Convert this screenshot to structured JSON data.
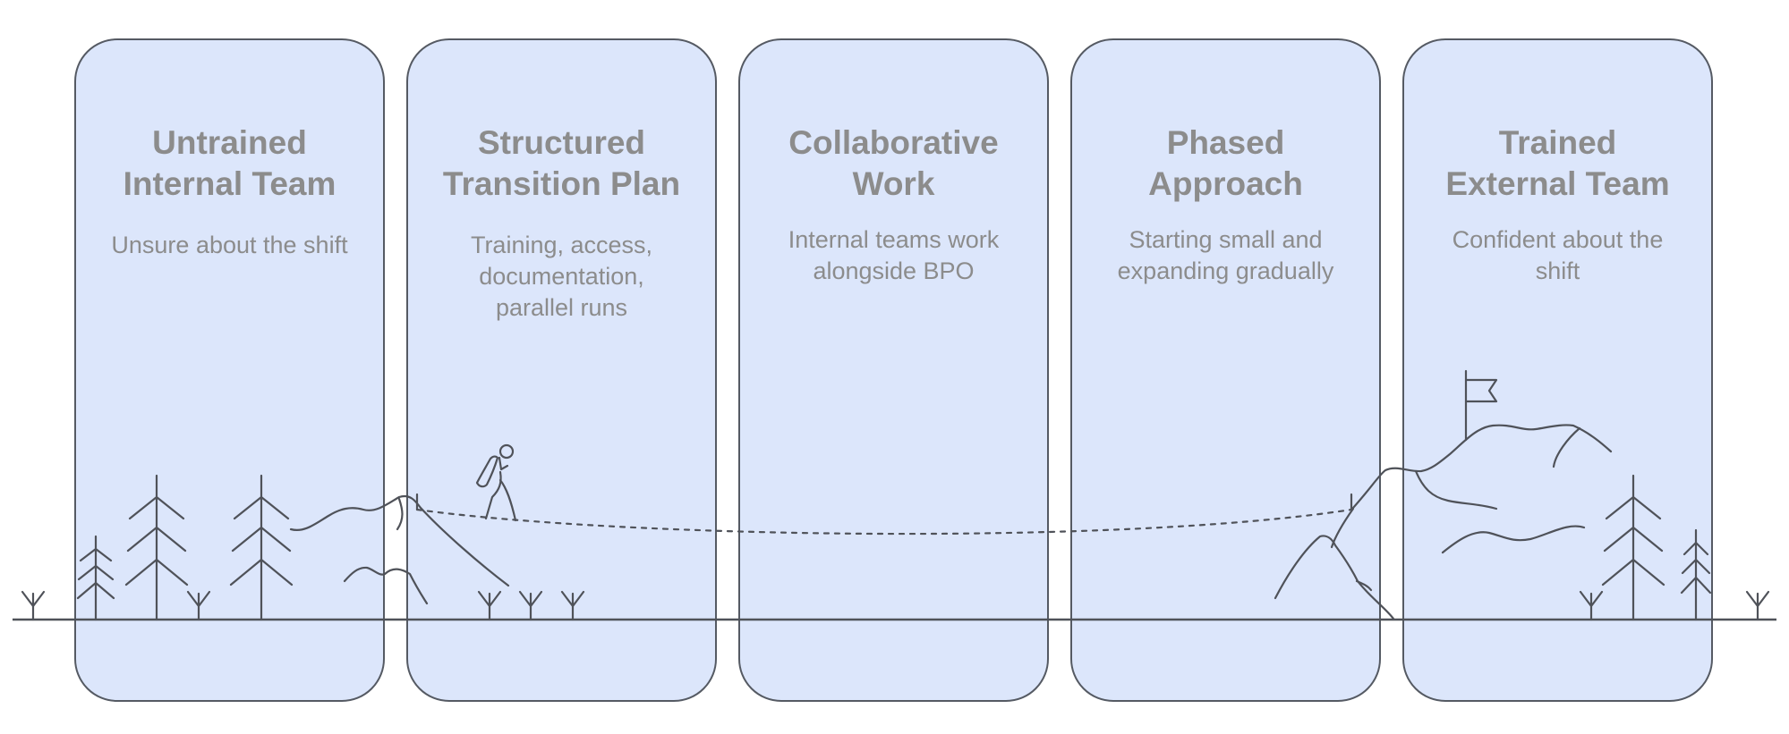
{
  "colors": {
    "panel_fill": "#dce6fb",
    "panel_border": "#555a63",
    "text": "#8c8c8c",
    "line": "#4f5259"
  },
  "stages": [
    {
      "title_line1": "Untrained",
      "title_line2": "Internal Team",
      "description": "Unsure about the shift"
    },
    {
      "title_line1": "Structured",
      "title_line2": "Transition Plan",
      "description": "Training, access, documentation, parallel runs"
    },
    {
      "title_line1": "Collaborative",
      "title_line2": "Work",
      "description": "Internal teams work alongside BPO"
    },
    {
      "title_line1": "Phased",
      "title_line2": "Approach",
      "description": "Starting small and expanding gradually"
    },
    {
      "title_line1": "Trained",
      "title_line2": "External Team",
      "description": "Confident about the shift"
    }
  ],
  "illustration": {
    "icons": [
      "pine-tree-icon",
      "grass-sprout-icon",
      "hill-icon",
      "hiker-icon",
      "mountain-icon",
      "flag-icon",
      "dotted-path"
    ]
  }
}
